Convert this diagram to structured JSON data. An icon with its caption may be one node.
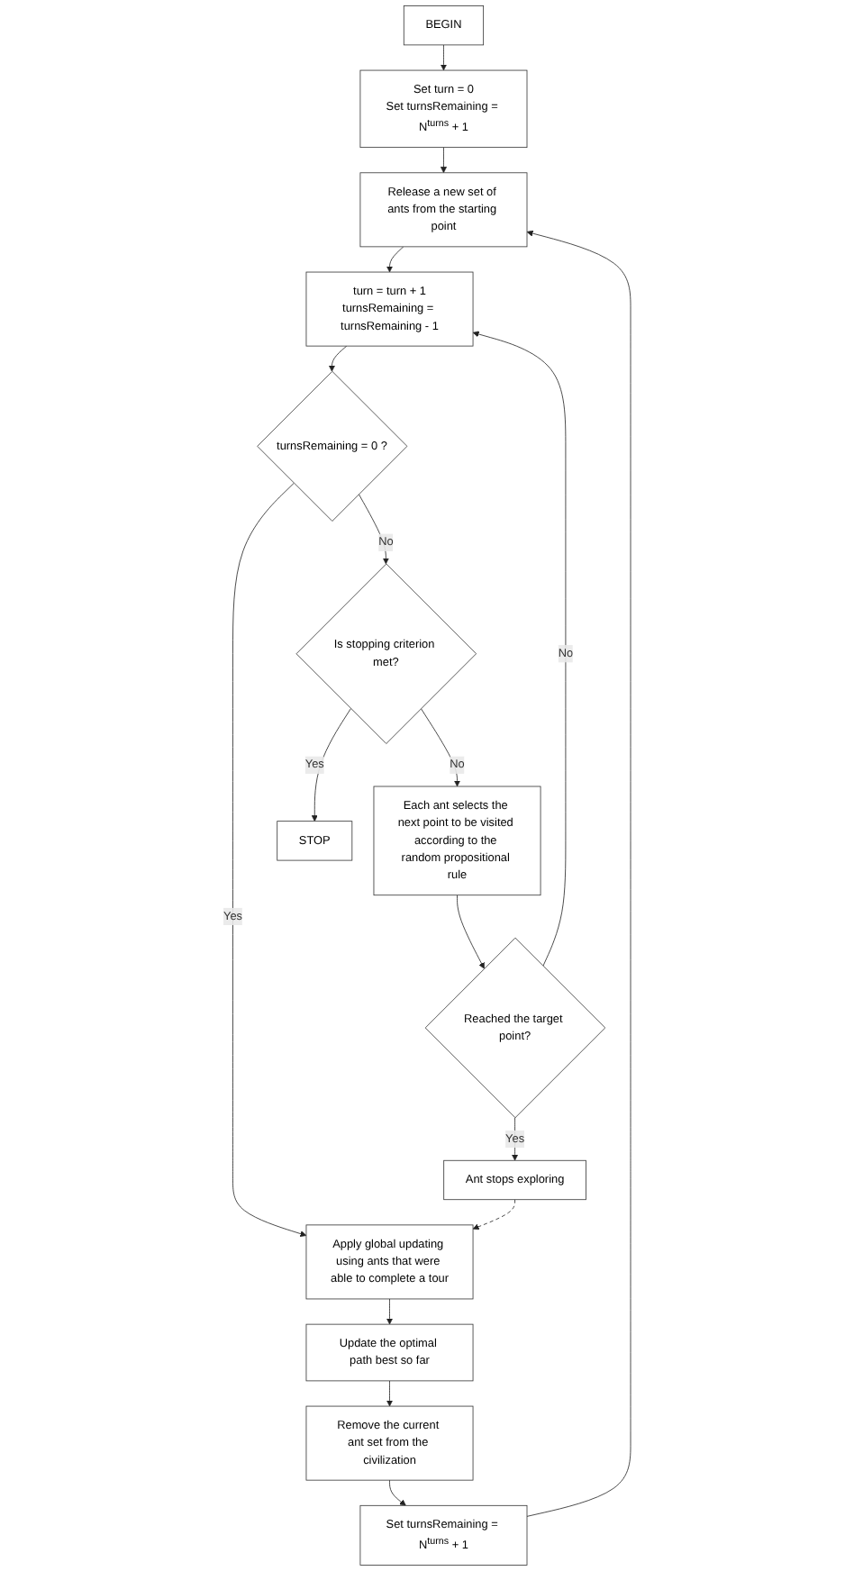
{
  "diagram": {
    "nodes": [
      {
        "text": [
          "BEGIN"
        ]
      },
      {
        "text": [
          "Set turn = 0",
          "Set turnsRemaining = N$^{turns}$ + 1"
        ]
      },
      {
        "text": [
          "Release a new set of ants from the starting point"
        ]
      },
      {
        "text": [
          "turn = turn + 1",
          "turnsRemaining = turnsRemaining - 1"
        ]
      },
      {
        "text": [
          "turnsRemaining = 0 ?"
        ]
      },
      {
        "text": [
          "Is stopping criterion met?"
        ]
      },
      {
        "text": [
          "Each ant selects the next point to be visited according to the random propositional rule"
        ]
      },
      {
        "text": [
          "Reached the target point?"
        ]
      },
      {
        "text": [
          "Ant stops exploring"
        ]
      },
      {
        "text": [
          "STOP"
        ]
      },
      {
        "text": [
          "Apply global updating using ants that were able to complete a tour"
        ]
      },
      {
        "text": [
          "Update the optimal path best so far"
        ]
      },
      {
        "text": [
          "Remove the current ant set from the civilization"
        ]
      },
      {
        "text": [
          "Set turnsRemaining = N$^{turns}$ + 1"
        ]
      }
    ],
    "edges": [
      {
        "from": 0,
        "to": 1,
        "arrow": "to"
      },
      {
        "from": 1,
        "to": 2,
        "arrow": "to"
      },
      {
        "from": 2,
        "to": 3,
        "arrow": "to"
      },
      {
        "from": 3,
        "to": 4,
        "arrow": "to"
      },
      {
        "from": 4,
        "to": 10,
        "arrow": "to",
        "label": "Yes"
      },
      {
        "from": 4,
        "to": 5,
        "arrow": "to",
        "label": "No"
      },
      {
        "from": 5,
        "to": 9,
        "arrow": "to",
        "label": "Yes"
      },
      {
        "from": 5,
        "to": 6,
        "arrow": "to",
        "label": "No"
      },
      {
        "from": 6,
        "to": 7,
        "arrow": "to"
      },
      {
        "from": 7,
        "to": 8,
        "arrow": "to",
        "label": "Yes"
      },
      {
        "from": 7,
        "to": 3,
        "arrow": "to",
        "label": "No"
      },
      {
        "from": 8,
        "to": 10,
        "arrow": "to",
        "style": "dashed"
      },
      {
        "from": 10,
        "to": 11,
        "arrow": "to"
      },
      {
        "from": 11,
        "to": 12,
        "arrow": "to"
      },
      {
        "from": 12,
        "to": 13,
        "arrow": "to"
      },
      {
        "from": 13,
        "to": 2,
        "arrow": "to"
      }
    ]
  }
}
